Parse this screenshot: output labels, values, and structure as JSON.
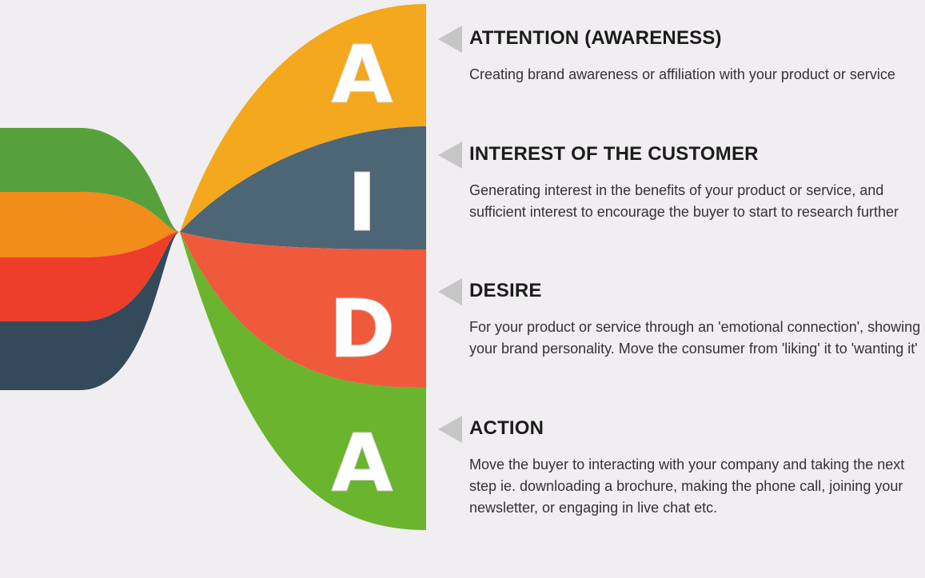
{
  "colors": {
    "background": "#f0eef0",
    "attention": "#f4a81d",
    "interest": "#4c6676",
    "desire": "#f05a3c",
    "action": "#6ab42e",
    "left_green": "#56a13b",
    "left_orange": "#f28c1a",
    "left_red": "#ee3d2b",
    "left_navy": "#34495a",
    "pointer": "#c6c6c6"
  },
  "letters": [
    "A",
    "I",
    "D",
    "A"
  ],
  "steps": [
    {
      "heading": "ATTENTION (AWARENESS)",
      "description": "Creating brand awareness or affiliation with your product  or service"
    },
    {
      "heading": "INTEREST OF THE CUSTOMER",
      "description": "Generating interest in the benefits of your product  or service, and sufficient interest to encourage the buyer to start to research further"
    },
    {
      "heading": "DESIRE",
      "description": "For your product or service through  an 'emotional connection', showing your brand personality. Move the consumer from 'liking' it to 'wanting it'"
    },
    {
      "heading": "ACTION",
      "description": "Move the buyer to interacting with your company and taking the next step ie. downloading  a brochure,  making the phone call, joining your newsletter, or engaging in live chat etc."
    }
  ]
}
